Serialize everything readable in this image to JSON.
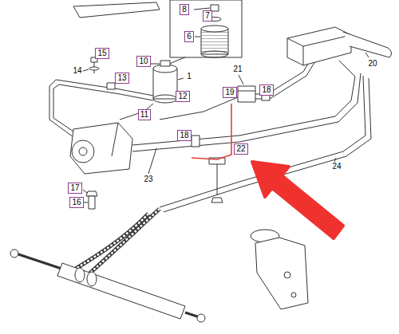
{
  "diagram": {
    "nodes": [
      {
        "text": [
          "8"
        ]
      },
      {
        "text": [
          "7"
        ]
      },
      {
        "text": [
          "6"
        ]
      },
      {
        "text": [
          "15"
        ]
      },
      {
        "text": [
          "10"
        ]
      },
      {
        "text": [
          "13"
        ]
      },
      {
        "text": [
          "12"
        ]
      },
      {
        "text": [
          "19"
        ]
      },
      {
        "text": [
          "18"
        ]
      },
      {
        "text": [
          "11"
        ]
      },
      {
        "text": [
          "18"
        ]
      },
      {
        "text": [
          "22"
        ]
      },
      {
        "text": [
          "17"
        ]
      },
      {
        "text": [
          "16"
        ]
      }
    ],
    "labels": [
      "1",
      "14",
      "21",
      "20",
      "23",
      "24"
    ]
  }
}
